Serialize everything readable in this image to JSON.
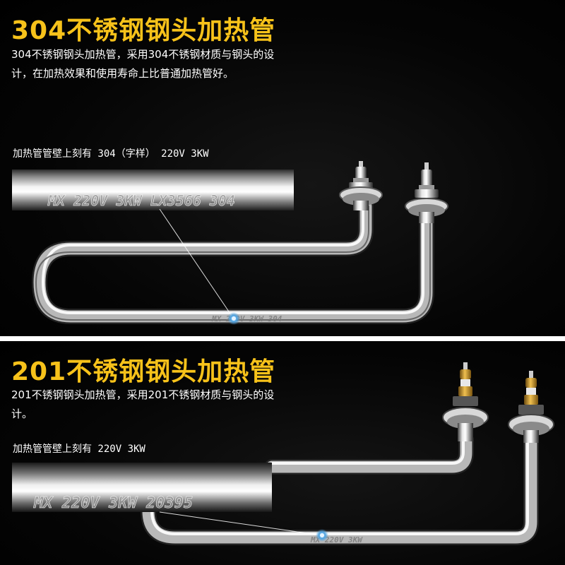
{
  "top": {
    "title": "304不锈钢钢头加热管",
    "description": "304不锈钢钢头加热管，采用304不锈钢材质与钢头的设计，在加热效果和使用寿命上比普通加热管好。",
    "caption": "加热管管壁上刻有 304（字样） 220V 3KW",
    "engraving": "MX 220V 3KW LX3566 304",
    "tube_engraving_small": "MX 220V 3KW 304"
  },
  "bottom": {
    "title": "201不锈钢钢头加热管",
    "description": "201不锈钢钢头加热管，采用201不锈钢材质与钢头的设计。",
    "caption": "加热管管壁上刻有  220V 3KW",
    "engraving": "MX 220V 3KW 20395",
    "tube_engraving_small": "MX 220V 3KW"
  },
  "colors": {
    "title": "#f7c21a",
    "text": "#ffffff",
    "background": "#000000",
    "divider": "#ffffff",
    "callout_dot": "#4fa3e0"
  }
}
